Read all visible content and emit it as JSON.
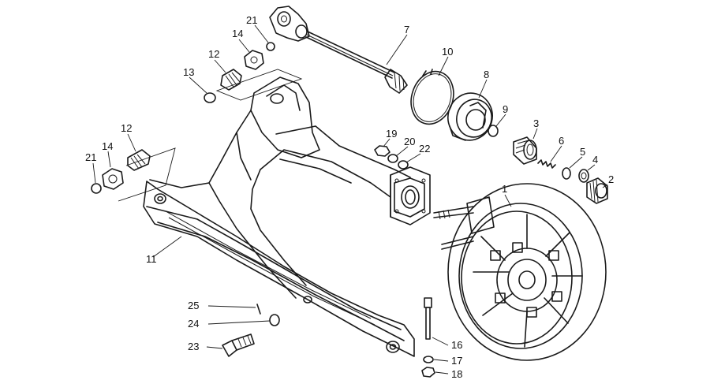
{
  "callouts": [
    {
      "id": "1",
      "label": "1"
    },
    {
      "id": "2",
      "label": "2"
    },
    {
      "id": "3",
      "label": "3"
    },
    {
      "id": "4",
      "label": "4"
    },
    {
      "id": "5",
      "label": "5"
    },
    {
      "id": "6",
      "label": "6"
    },
    {
      "id": "7",
      "label": "7"
    },
    {
      "id": "8",
      "label": "8"
    },
    {
      "id": "9",
      "label": "9"
    },
    {
      "id": "10",
      "label": "10"
    },
    {
      "id": "11",
      "label": "11"
    },
    {
      "id": "12a",
      "label": "12"
    },
    {
      "id": "12b",
      "label": "12"
    },
    {
      "id": "13",
      "label": "13"
    },
    {
      "id": "14a",
      "label": "14"
    },
    {
      "id": "14b",
      "label": "14"
    },
    {
      "id": "16",
      "label": "16"
    },
    {
      "id": "17",
      "label": "17"
    },
    {
      "id": "18",
      "label": "18"
    },
    {
      "id": "19",
      "label": "19"
    },
    {
      "id": "20",
      "label": "20"
    },
    {
      "id": "21a",
      "label": "21"
    },
    {
      "id": "21b",
      "label": "21"
    },
    {
      "id": "22",
      "label": "22"
    },
    {
      "id": "23",
      "label": "23"
    },
    {
      "id": "24",
      "label": "24"
    },
    {
      "id": "25",
      "label": "25"
    }
  ]
}
